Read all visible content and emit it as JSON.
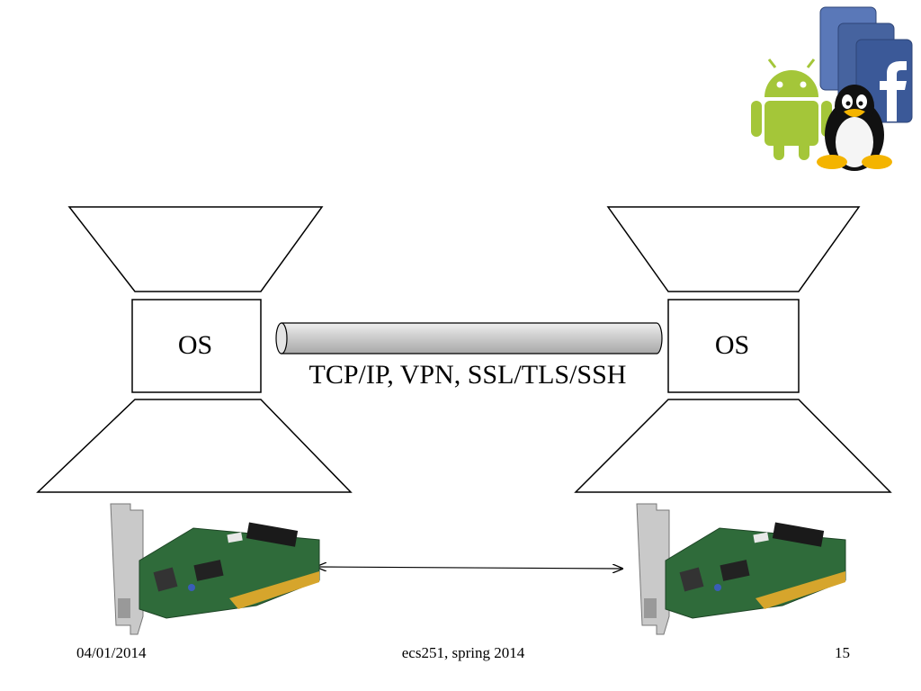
{
  "diagram": {
    "left_host": {
      "os_label": "OS"
    },
    "right_host": {
      "os_label": "OS"
    },
    "tunnel_label": "TCP/IP, VPN, SSL/TLS/SSH"
  },
  "logos": {
    "icons": [
      "android-icon",
      "tux-linux-icon",
      "facebook-icon"
    ],
    "colors": {
      "android": "#a4c639",
      "facebook": "#3b5998",
      "tux_beak": "#f4b400"
    }
  },
  "footer": {
    "date": "04/01/2014",
    "course": "ecs251, spring 2014",
    "page_number": "15"
  }
}
